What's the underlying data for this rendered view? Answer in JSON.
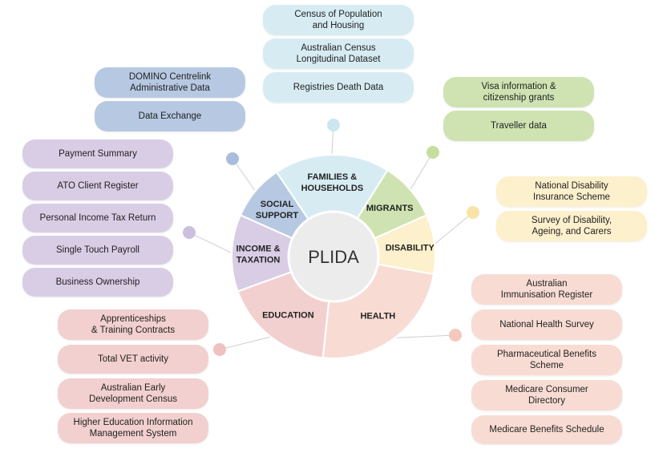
{
  "center": "PLIDA",
  "colors": {
    "families": "#d7ecf2",
    "families_dot": "#cbe6ef",
    "migrants": "#cfe3b2",
    "migrants_dot": "#c5df9f",
    "disability": "#fdf0cc",
    "disability_dot": "#fae3a8",
    "health": "#f8dcd4",
    "health_dot": "#f5c8bb",
    "education": "#f2d0cf",
    "education_dot": "#eec2c0",
    "income": "#d9cde6",
    "income_dot": "#ccbfe0",
    "social": "#b7c9e2",
    "social_dot": "#a8bedc"
  },
  "segments": {
    "families": "FAMILIES &\nHOUSEHOLDS",
    "migrants": "MIGRANTS",
    "disability": "DISABILITY",
    "health": "HEALTH",
    "education": "EDUCATION",
    "income": "INCOME &\nTAXATION",
    "social": "SOCIAL\nSUPPORT"
  },
  "families_items": [
    "Census of Population\nand Housing",
    "Australian Census\nLongitudinal Dataset",
    "Registries Death Data"
  ],
  "social_items": [
    "DOMINO Centrelink\nAdministrative Data",
    "Data Exchange"
  ],
  "migrants_items": [
    "Visa information &\ncitizenship grants",
    "Traveller data"
  ],
  "income_items": [
    "Payment Summary",
    "ATO Client Register",
    "Personal Income Tax Return",
    "Single Touch Payroll",
    "Business Ownership"
  ],
  "disability_items": [
    "National Disability\nInsurance Scheme",
    "Survey of Disability,\nAgeing, and Carers"
  ],
  "health_items": [
    "Australian\nImmunisation Register",
    "National Health Survey",
    "Pharmaceutical Benefits\nScheme",
    "Medicare Consumer\nDirectory",
    "Medicare Benefits Schedule"
  ],
  "education_items": [
    "Apprenticeships\n& Training Contracts",
    "Total VET activity",
    "Australian Early\nDevelopment Census",
    "Higher Education Information\nManagement System"
  ]
}
